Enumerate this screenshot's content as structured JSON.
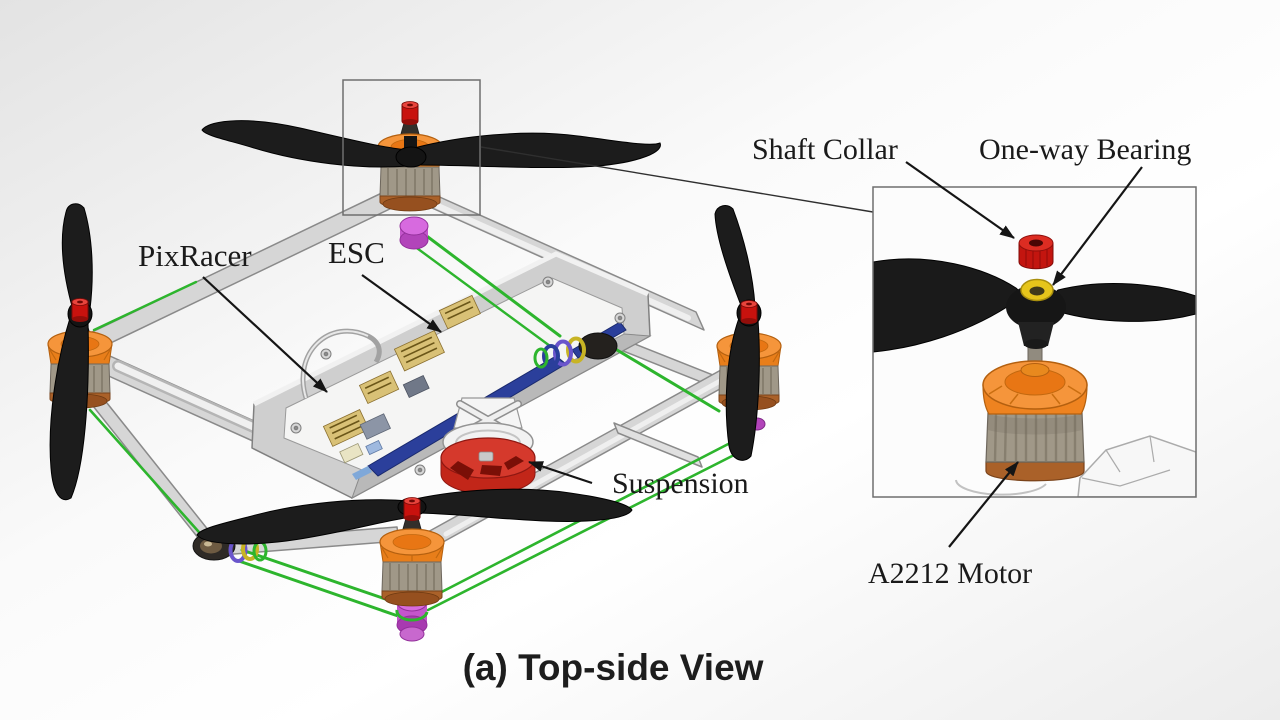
{
  "figure": {
    "caption": "(a) Top-side View",
    "labels": {
      "pixracer": "PixRacer",
      "esc": "ESC",
      "suspension": "Suspension",
      "shaft_collar": "Shaft Collar",
      "one_way_bearing": "One-way Bearing",
      "a2212_motor": "A2212 Motor"
    },
    "colors": {
      "propeller_black": "#1C1C1C",
      "motor_orange": "#EE8320",
      "motor_winding_gray": "#A09888",
      "motor_base_copper": "#AA6129",
      "prop_nut_red": "#C8120E",
      "shaft_collar_red": "#C3150F",
      "one_way_bearing_yellow": "#E6C51B",
      "suspension_red": "#C22619",
      "belt_green": "#2DB52D",
      "pulley_purple": "#C455CC",
      "frame_gray": "#D6D6D6",
      "deck_edge_blue": "#2B3F9B",
      "annotation_black": "#151515"
    }
  }
}
